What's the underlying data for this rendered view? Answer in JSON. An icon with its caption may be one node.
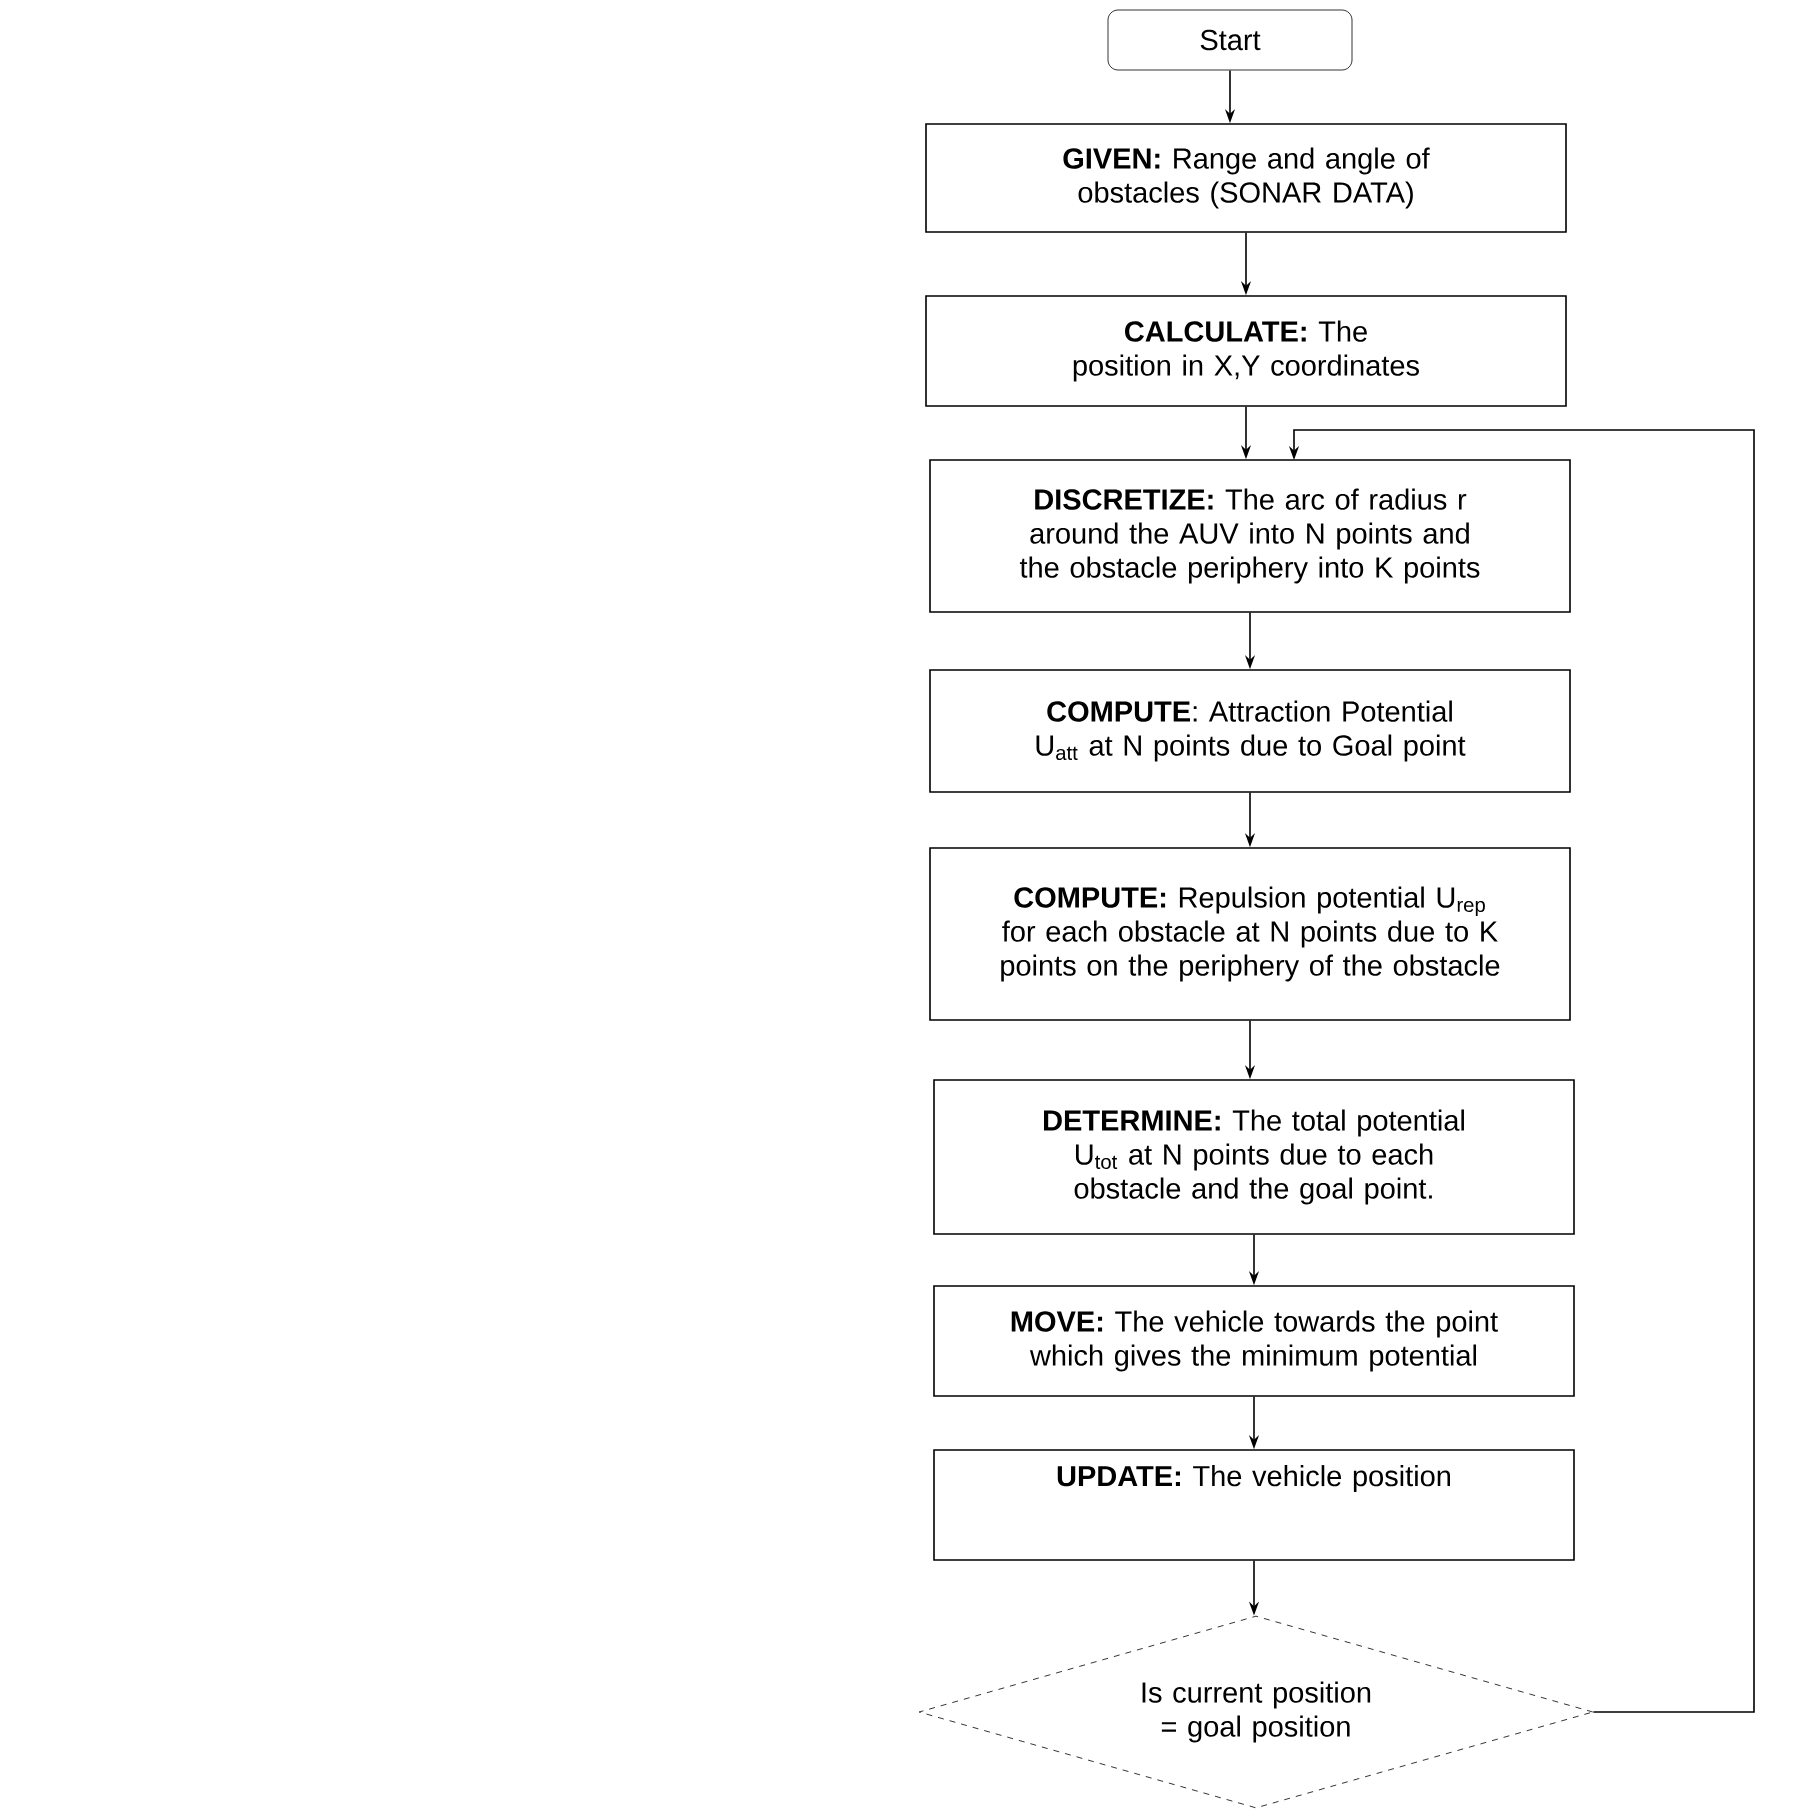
{
  "diagram": {
    "nodes": [
      {
        "text": [
          "Start"
        ]
      },
      {
        "text": [
          "**GIVEN:** Range and angle of obstacles (SONAR DATA)"
        ]
      },
      {
        "text": [
          "**CALCULATE:** The position in X,Y coordinates"
        ]
      },
      {
        "text": [
          "**DISCRETIZE:** The arc of radius r around the AUV into N points and the obstacle periphery into K points"
        ]
      },
      {
        "text": [
          "**COMPUTE**: Attraction Potential U$_{att}$ at N points due to Goal point"
        ]
      },
      {
        "text": [
          "**COMPUTE:** Repulsion potential U$_{rep}$ for each obstacle at N points due to K points on the periphery of the obstacle"
        ]
      },
      {
        "text": [
          "**DETERMINE:** The total potential U$_{tot}$ at N points due to each obstacle and the goal point."
        ]
      },
      {
        "text": [
          "**MOVE:** The vehicle towards the point which gives the minimum potential"
        ]
      },
      {
        "text": [
          "**UPDATE:** The vehicle position"
        ]
      },
      {
        "text": [
          "Is current position = goal position"
        ]
      }
    ],
    "edges": [
      {
        "from": 0,
        "to": 1,
        "arrow": "to"
      },
      {
        "from": 1,
        "to": 2,
        "arrow": "to"
      },
      {
        "from": 2,
        "to": 3,
        "arrow": "to"
      },
      {
        "from": 3,
        "to": 4,
        "arrow": "to"
      },
      {
        "from": 4,
        "to": 5,
        "arrow": "to"
      },
      {
        "from": 5,
        "to": 6,
        "arrow": "to"
      },
      {
        "from": 6,
        "to": 7,
        "arrow": "to"
      },
      {
        "from": 7,
        "to": 8,
        "arrow": "to"
      },
      {
        "from": 8,
        "to": 9,
        "arrow": "to"
      },
      {
        "from": 9,
        "to": 3,
        "arrow": "to"
      }
    ]
  }
}
